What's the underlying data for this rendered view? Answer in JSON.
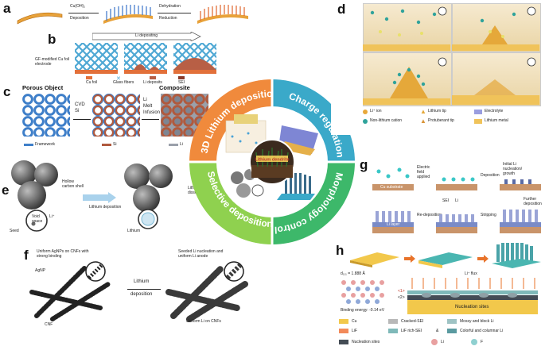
{
  "panels": {
    "a": {
      "label": "a",
      "step1_top": "Cu(OH)₂",
      "step1_bottom": "Deposition",
      "step2_top": "Dehydration",
      "step2_bottom": "Reduction"
    },
    "b": {
      "label": "b",
      "arrow_text": "Li depositing",
      "electrode_text": "GF-modified Cu foil electrode",
      "legend": [
        "Cu foil",
        "Glass fibers",
        "Li deposits",
        "SEI"
      ]
    },
    "c": {
      "label": "c",
      "porous_title": "Porous Object",
      "composite_title": "Composite",
      "cvd_text": "CVD\nSi",
      "infusion_text": "Li\nMelt\nInfusion",
      "legend": [
        "Framework",
        "Si",
        "Li"
      ]
    },
    "d": {
      "label": "d",
      "legend": [
        "Li⁺ ion",
        "Lithium tip",
        "Electrolyte",
        "Non-lithium cation",
        "Protuberant tip",
        "Lithium metal"
      ]
    },
    "e": {
      "label": "e",
      "shell_text": "Hollow carbon shell",
      "void_text": "Void space",
      "seed_text": "Seed",
      "li_plus": "Li⁺",
      "deposition_text": "Lithium deposition",
      "lithiated_text": "Lithiated seed with dissolving surface",
      "lithium_text": "Lithium"
    },
    "f": {
      "label": "f",
      "uniform_agnp": "Uniform AgNPs on CNFs with strong binding",
      "agnp": "AgNP",
      "cnf": "CNF",
      "arrow_top": "Lithium",
      "arrow_bottom": "deposition",
      "seeded_text": "Seeded Li nucleation and uniform Li anode",
      "uniform_li": "Uniform Li on CNFs"
    },
    "g": {
      "label": "g",
      "electric_field": "Electric field applied",
      "deposition": "Deposition",
      "initial_li": "Initial Li nucleation/ growth",
      "further": "Further deposition",
      "stripping": "Stripping",
      "redeposition": "Re-deposition",
      "cu_substrate": "Cu substrate",
      "li_layer": "Li layer",
      "sei": "SEI",
      "li": "Li"
    },
    "h": {
      "label": "h",
      "spacing": "d₁₁₁ = 1.888 Å",
      "binding": "Binding energy: -0.14 eV",
      "li_flux": "Li⁺ flux",
      "layer1": "<1>",
      "layer2": "<2>",
      "nucleation": "Nucleation sites"
    }
  },
  "wheel": {
    "center_text": "Lithium dendrite",
    "sectors": [
      {
        "title": "3D Lithium deposition",
        "color": "#f08a3c"
      },
      {
        "title": "Charge regulation",
        "color": "#3aa9c9"
      },
      {
        "title": "Morphology control",
        "color": "#3db86a"
      },
      {
        "title": "Selective deposition",
        "color": "#8fd14f"
      }
    ]
  },
  "bottom_legend": [
    {
      "text": "Cu",
      "color": "#f2c84b"
    },
    {
      "text": "Cracked-SEI",
      "color": "#b8b8b8"
    },
    {
      "text": "Mossy and block Li",
      "color": "#9ec3c4"
    },
    {
      "text": "LiF",
      "color": "#f28a5a"
    },
    {
      "text": "LiF rich-SEI",
      "color": "#7fb9b9"
    },
    {
      "text": "&",
      "color": ""
    },
    {
      "text": "Colorful and columnar Li",
      "color": "#5a9aa0"
    },
    {
      "text": "Nucleation sites",
      "color": "#444c55"
    },
    {
      "text": "Li",
      "color": "#e8a0a0"
    },
    {
      "text": "F",
      "color": "#8fd0d0"
    }
  ]
}
